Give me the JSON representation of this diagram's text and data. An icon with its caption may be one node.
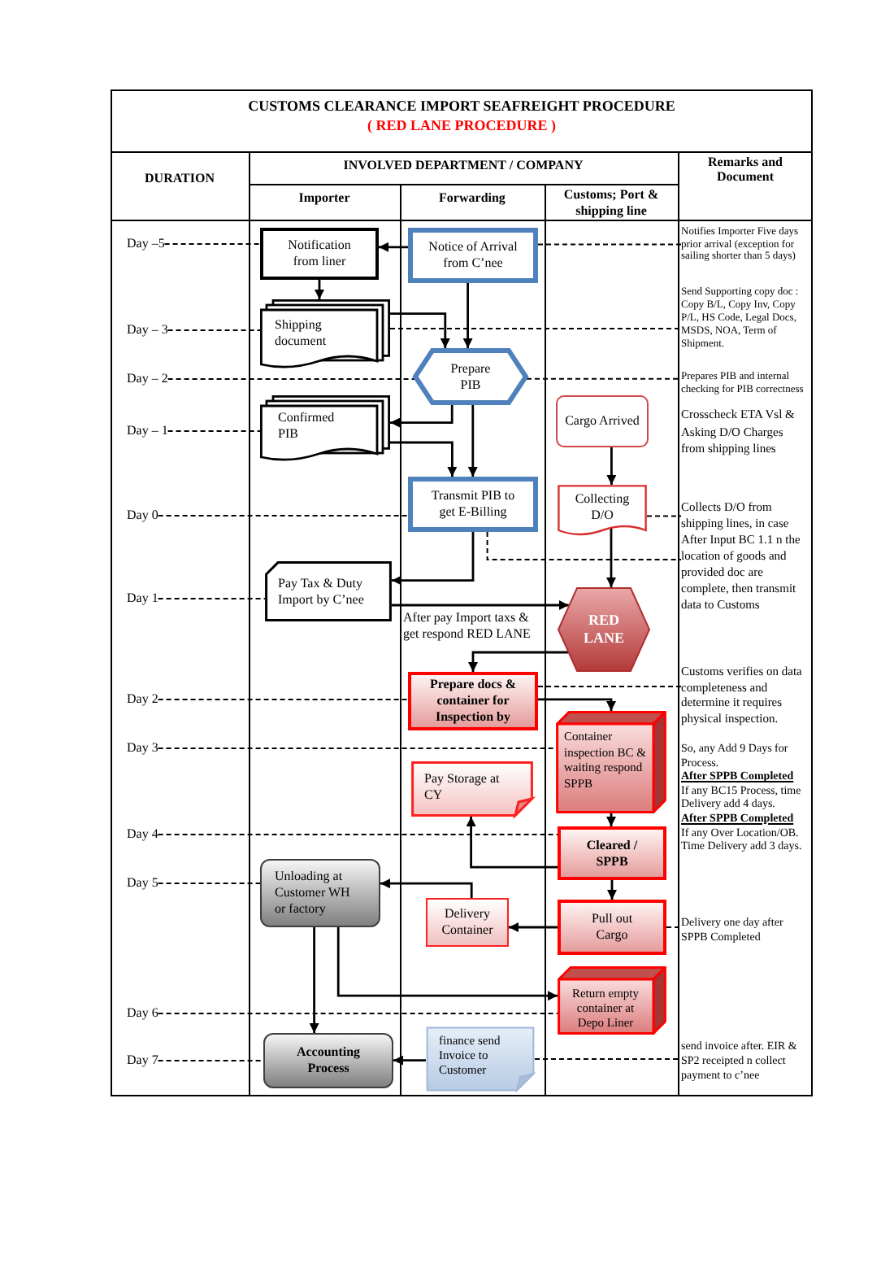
{
  "diagram": {
    "title": "CUSTOMS CLEARANCE IMPORT SEAFREIGHT PROCEDURE",
    "nodes": [
      {
        "text": [
          "Day –5"
        ]
      },
      {
        "text": [
          "Notification from liner"
        ]
      },
      {
        "text": [
          "Notice of Arrival from C’nee"
        ]
      },
      {
        "text": [
          "Notifies Importer Five days prior arrival (exception for sailing shorter than 5 days)"
        ]
      },
      {
        "text": [
          "Day – 3"
        ]
      },
      {
        "text": [
          "Shipping document"
        ]
      },
      {
        "text": [
          "Send Supporting copy doc : Copy B/L, Copy Inv, Copy P/L, HS Code, Legal Docs, MSDS, NOA, Term of Shipment."
        ]
      },
      {
        "text": [
          "Day – 2"
        ]
      },
      {
        "text": [
          "Prepare PIB"
        ]
      },
      {
        "text": [
          "Prepares PIB and internal checking for PIB correctness"
        ]
      },
      {
        "text": [
          "Day – 1"
        ]
      },
      {
        "text": [
          "Confirmed PIB"
        ]
      },
      {
        "text": [
          "Cargo Arrived"
        ]
      },
      {
        "text": [
          "Day 0"
        ]
      },
      {
        "text": [
          "Transmit PIB to get E-Billing"
        ]
      },
      {
        "text": [
          "Collecting D/O"
        ]
      },
      {
        "text": [
          "Collects D/O from shipping lines, in case"
        ]
      },
      {
        "text": [
          "After Input BC 1.1 n the location of goods and provided doc are complete, then transmit data to Customs"
        ]
      },
      {
        "text": [
          "Day 1"
        ]
      },
      {
        "text": [
          "Pay Tax & Duty Import by C’nee"
        ]
      },
      {
        "text": [
          "RED LANE"
        ]
      },
      {
        "text": [
          "Day 2"
        ]
      },
      {
        "text": [
          "Prepare docs & container for Inspection by"
        ]
      },
      {
        "text": [
          "Customs verifies on data completeness and determine it requires physical inspection."
        ]
      },
      {
        "text": [
          "Day 3"
        ]
      },
      {
        "text": [
          "Container inspection BC & waiting respond SPPB"
        ]
      },
      {
        "text": [
          "Pay Storage at CY"
        ]
      },
      {
        "text": [
          "Day 4"
        ]
      },
      {
        "text": [
          "Cleared / SPPB"
        ]
      },
      {
        "text": [
          "Day 5"
        ]
      },
      {
        "text": [
          "Unloading at Customer WH or factory"
        ]
      },
      {
        "text": [
          "Delivery Container"
        ]
      },
      {
        "text": [
          "Pull out Cargo"
        ]
      },
      {
        "text": [
          "Delivery one day after SPPB Completed"
        ]
      },
      {
        "text": [
          "Return empty container at Depo Liner"
        ]
      },
      {
        "text": [
          "Day 6"
        ]
      },
      {
        "text": [
          "Day 7"
        ]
      },
      {
        "text": [
          "Accounting Process"
        ]
      },
      {
        "text": [
          "finance send Invoice to Customer"
        ]
      },
      {
        "text": [
          "send invoice after. EIR & SP2 receipted n collect payment to c’nee"
        ]
      }
    ],
    "edges": [
      {
        "from": 0,
        "to": 1,
        "arrow": "none",
        "style": "dashed"
      },
      {
        "from": 2,
        "to": 1,
        "arrow": "to"
      },
      {
        "from": 2,
        "to": 3,
        "arrow": "none",
        "style": "dashed"
      },
      {
        "from": 1,
        "to": 5,
        "arrow": "to"
      },
      {
        "from": 4,
        "to": 5,
        "arrow": "none",
        "style": "dashed"
      },
      {
        "from": 5,
        "to": 6,
        "arrow": "none",
        "style": "dashed"
      },
      {
        "from": 5,
        "to": 8,
        "arrow": "to"
      },
      {
        "from": 2,
        "to": 8,
        "arrow": "to"
      },
      {
        "from": 7,
        "to": 8,
        "arrow": "none",
        "style": "dashed"
      },
      {
        "from": 8,
        "to": 9,
        "arrow": "none",
        "style": "dashed"
      },
      {
        "from": 8,
        "to": 11,
        "arrow": "to"
      },
      {
        "from": 10,
        "to": 11,
        "arrow": "none",
        "style": "dashed"
      },
      {
        "from": 11,
        "to": 14,
        "arrow": "to"
      },
      {
        "from": 8,
        "to": 14,
        "arrow": "to"
      },
      {
        "from": 12,
        "to": 15,
        "arrow": "to"
      },
      {
        "from": 13,
        "to": 14,
        "arrow": "none",
        "style": "dashed"
      },
      {
        "from": 15,
        "to": 16,
        "arrow": "none",
        "style": "dashed"
      },
      {
        "from": 14,
        "to": 17,
        "arrow": "none",
        "style": "dashed"
      },
      {
        "from": 14,
        "to": 19,
        "arrow": "to"
      },
      {
        "from": 15,
        "to": 20,
        "arrow": "to"
      },
      {
        "from": 18,
        "to": 19,
        "arrow": "none",
        "style": "dashed"
      },
      {
        "from": 19,
        "to": 20,
        "arrow": "to",
        "label": "After pay Import taxs & get respond RED LANE"
      },
      {
        "from": 20,
        "to": 22,
        "arrow": "to"
      },
      {
        "from": 21,
        "to": 22,
        "arrow": "none",
        "style": "dashed"
      },
      {
        "from": 22,
        "to": 23,
        "arrow": "none",
        "style": "dashed"
      },
      {
        "from": 22,
        "to": 25,
        "arrow": "to"
      },
      {
        "from": 24,
        "to": 25,
        "arrow": "none",
        "style": "dashed"
      },
      {
        "from": 25,
        "to": 28,
        "arrow": "to"
      },
      {
        "from": 27,
        "to": 28,
        "arrow": "none",
        "style": "dashed"
      },
      {
        "from": 28,
        "to": 26,
        "arrow": "to"
      },
      {
        "from": 28,
        "to": 32,
        "arrow": "to"
      },
      {
        "from": 29,
        "to": 30,
        "arrow": "none",
        "style": "dashed"
      },
      {
        "from": 32,
        "to": 31,
        "arrow": "to"
      },
      {
        "from": 32,
        "to": 33,
        "arrow": "none",
        "style": "dashed"
      },
      {
        "from": 31,
        "to": 30,
        "arrow": "to"
      },
      {
        "from": 30,
        "to": 37,
        "arrow": "to"
      },
      {
        "from": 30,
        "to": 34,
        "arrow": "to"
      },
      {
        "from": 35,
        "to": 34,
        "arrow": "none",
        "style": "dashed"
      },
      {
        "from": 36,
        "to": 37,
        "arrow": "none",
        "style": "dashed"
      },
      {
        "from": 38,
        "to": 37,
        "arrow": "to"
      },
      {
        "from": 38,
        "to": 39,
        "arrow": "none",
        "style": "dashed"
      }
    ],
    "labels": [
      "( RED LANE PROCEDURE )",
      "DURATION",
      "INVOLVED DEPARTMENT / COMPANY",
      "Remarks and Document",
      "Importer",
      "Forwarding",
      "Customs; Port & shipping line",
      "Crosscheck ETA Vsl & Asking D/O Charges from shipping lines",
      "So, any Add 9 Days for Process.",
      "After SPPB Completed",
      "If any BC15 Process, time Delivery add 4 days.",
      "After SPPB Completed",
      "If any Over Location/OB. Time Delivery add 3 days."
    ]
  }
}
